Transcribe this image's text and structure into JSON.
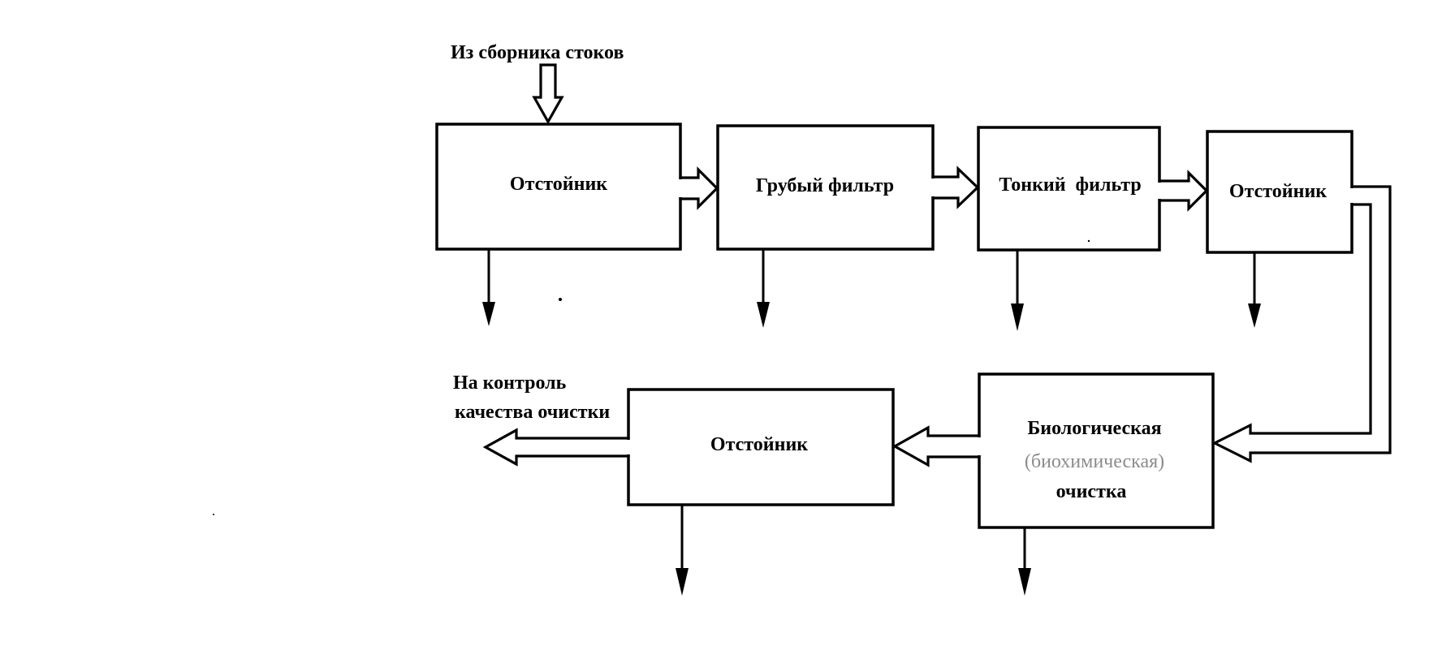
{
  "input_label": "Из сборника стоков",
  "output_label": [
    "На контроль",
    "качества очистки"
  ],
  "blocks": {
    "settler_1": "Отстойник",
    "coarse_filter": "Грубый фильтр",
    "fine_filter": "Тонкий  фильтр",
    "settler_2": "Отстойник",
    "bio": [
      "Биологическая",
      "(биохимическая)",
      "очистка"
    ],
    "settler_3": "Отстойник"
  },
  "colors": {
    "stroke": "#000000",
    "secondary_text": "#8c8c8c"
  }
}
